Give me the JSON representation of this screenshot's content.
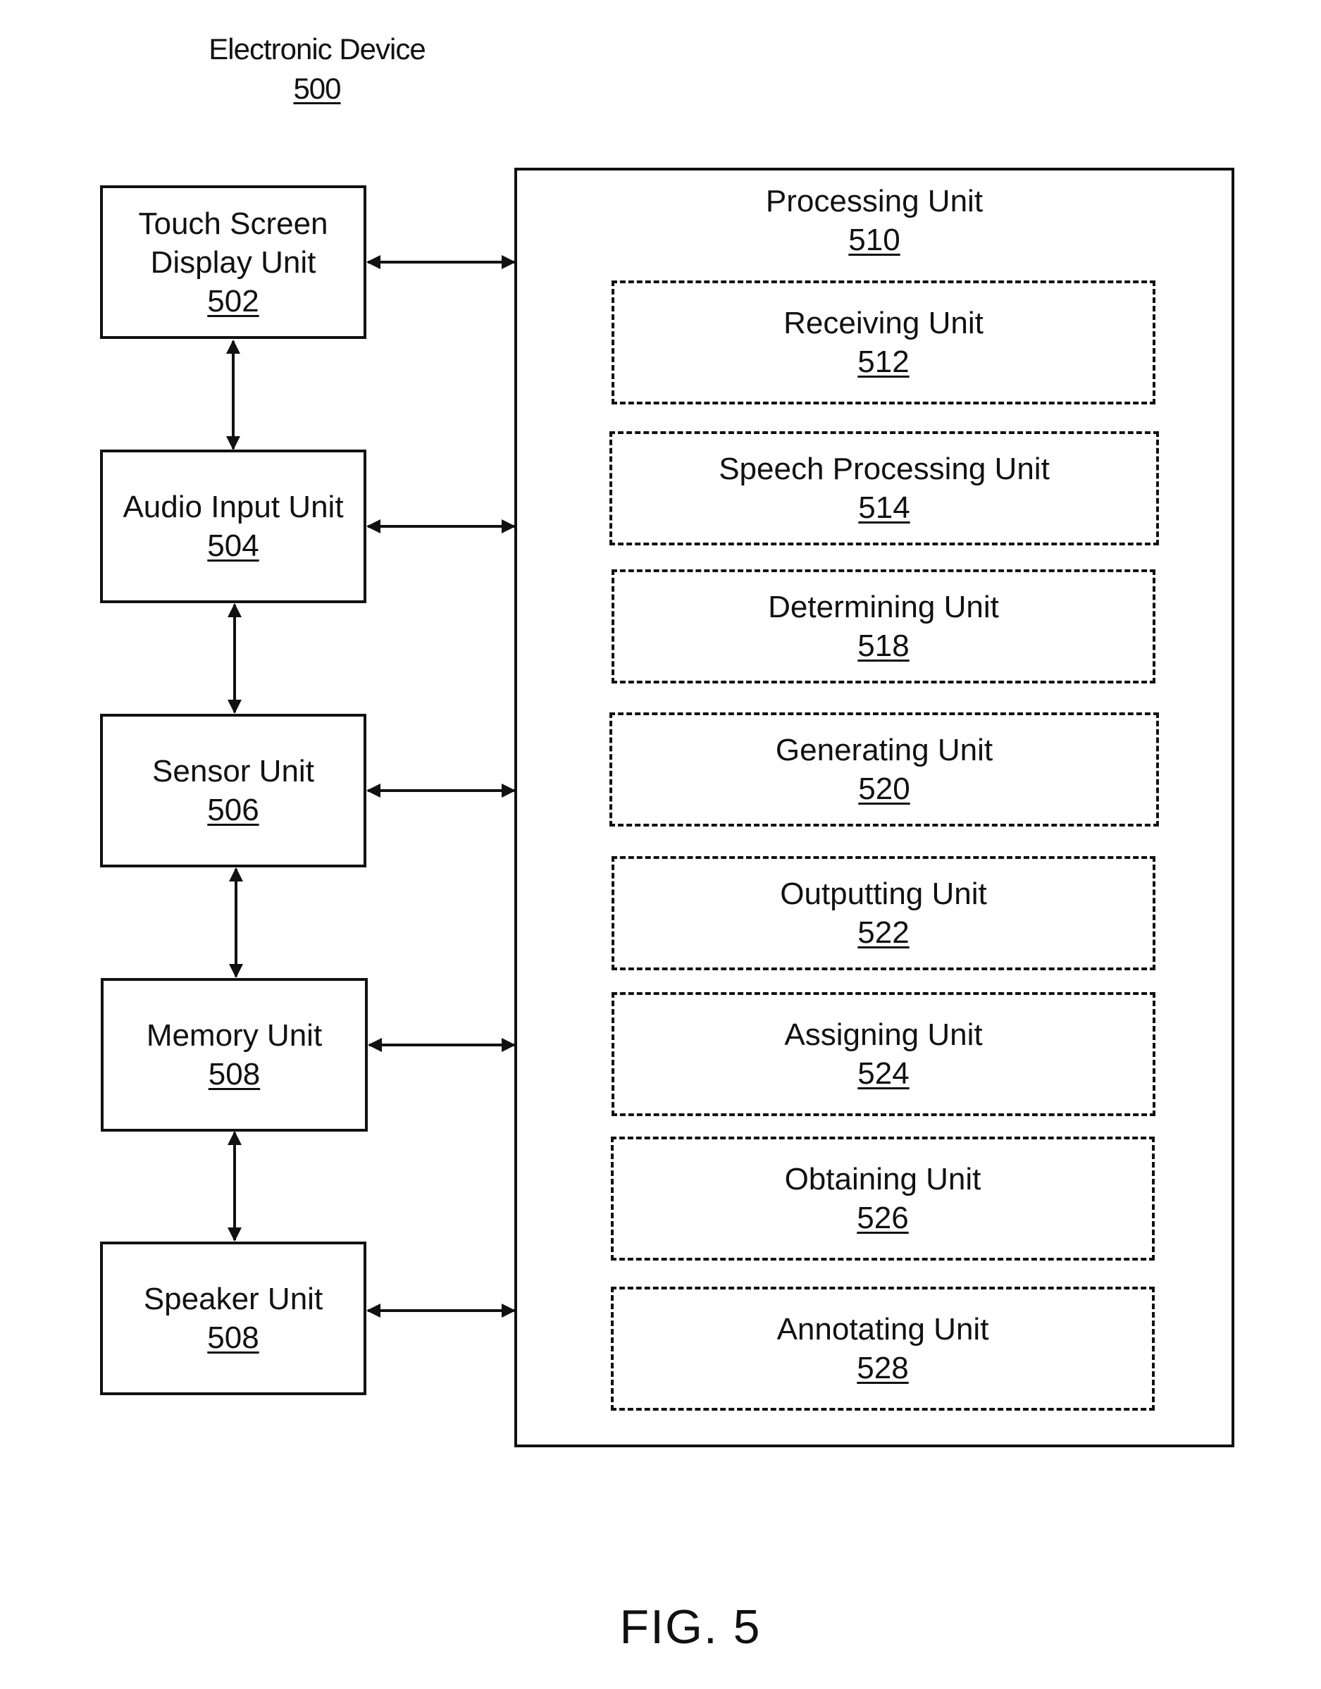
{
  "device": {
    "label": "Electronic Device",
    "number": "500"
  },
  "left_units": [
    {
      "line1": "Touch Screen",
      "line2": "Display Unit",
      "number": "502"
    },
    {
      "line1": "Audio Input Unit",
      "line2": "",
      "number": "504"
    },
    {
      "line1": "Sensor Unit",
      "line2": "",
      "number": "506"
    },
    {
      "line1": "Memory Unit",
      "line2": "",
      "number": "508"
    },
    {
      "line1": "Speaker Unit",
      "line2": "",
      "number": "508"
    }
  ],
  "processing_unit": {
    "label": "Processing Unit",
    "number": "510",
    "sub_units": [
      {
        "label": "Receiving Unit",
        "number": "512"
      },
      {
        "label": "Speech Processing Unit",
        "number": "514"
      },
      {
        "label": "Determining Unit",
        "number": "518"
      },
      {
        "label": "Generating Unit",
        "number": "520"
      },
      {
        "label": "Outputting Unit",
        "number": "522"
      },
      {
        "label": "Assigning Unit",
        "number": "524"
      },
      {
        "label": "Obtaining Unit",
        "number": "526"
      },
      {
        "label": "Annotating Unit",
        "number": "528"
      }
    ]
  },
  "figure_label": "FIG. 5"
}
